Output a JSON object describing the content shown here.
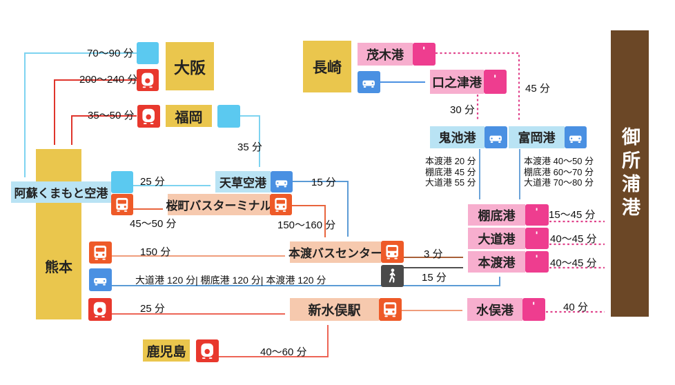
{
  "destination": {
    "label": "御所浦港"
  },
  "nodes": {
    "osaka": "大阪",
    "fukuoka": "福岡",
    "nagasaki": "長崎",
    "kumamoto": "熊本",
    "kagoshima": "鹿児島",
    "aso_kumamoto_airport": "阿蘇くまもと空港",
    "amakusa_airport": "天草空港",
    "sakuramachi_bus_terminal": "桜町バスターミナル",
    "hondo_bus_center": "本渡バスセンター",
    "shin_minamata_station": "新水俣駅",
    "mogi_port": "茂木港",
    "kuchinotsu_port": "口之津港",
    "oniike_port": "鬼池港",
    "tomioka_port": "富岡港",
    "tanasoko_port": "棚底港",
    "daido_port": "大道港",
    "hondo_port": "本渡港",
    "minamata_port": "水俣港"
  },
  "durations": {
    "osaka_air": "70〜90 分",
    "osaka_rail": "200〜240 分",
    "fukuoka_rail": "35〜50 分",
    "fukuoka_air": "35 分",
    "aso_air": "25 分",
    "aso_bus": "45〜50 分",
    "amakusa_car": "15 分",
    "sakuramachi_bus": "150〜160 分",
    "kumamoto_bus": "150 分",
    "kumamoto_car": "大道港 120 分| 棚底港 120 分| 本渡港 120 分",
    "kumamoto_rail": "25 分",
    "kagoshima_rail": "40〜60 分",
    "hondo_bus": "3 分",
    "hondo_walk": "15 分",
    "mogi_ferry": "45 分",
    "kuchinotsu_ferry": "30 分",
    "tanasoko_ferry": "15〜45 分",
    "daido_ferry": "40〜45 分",
    "hondo_ferry": "40〜45 分",
    "minamata_ferry": "40 分"
  },
  "drive_notes": {
    "oniike": [
      "本渡港 20 分",
      "棚底港 45 分",
      "大道港 55 分"
    ],
    "tomioka": [
      "本渡港 40〜50 分",
      "棚底港 60〜70 分",
      "大道港 70〜80 分"
    ]
  },
  "icons": {
    "airplane-icon": "white plane glyph on cyan",
    "shinkansen-icon": "white train front on red",
    "bus-icon": "white bus front on orange",
    "car-icon": "white car front on blue",
    "ship-icon": "white ferry on dark pink",
    "walk-icon": "white pedestrian on dark gray"
  },
  "palette": {
    "city_yellow": "#EAC64D",
    "airport_blue": "#B9E3F4",
    "terminal_salmon": "#F6C9AE",
    "port_pink": "#F7AECE",
    "goshoura_brown": "#6B4726",
    "air_line_cyan": "#7DD3F0",
    "rail_line_red": "#DF342B",
    "bus_line_orange": "#E8643C",
    "car_line_blue": "#4A90E2",
    "ferry_dotted_pink": "#E0448C",
    "walk_line_gray": "#4F4F4F"
  }
}
